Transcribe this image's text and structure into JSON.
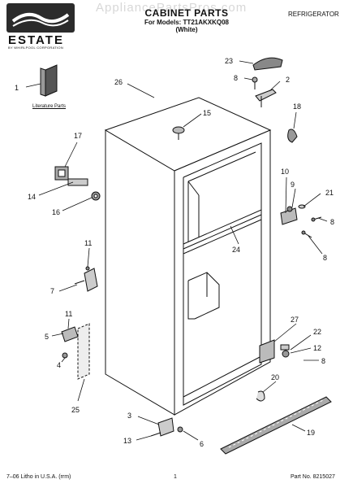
{
  "watermark": "AppliancePartsPros.com",
  "header": {
    "title": "CABINET PARTS",
    "models_line": "For Models: TT21AKXKQ08",
    "color_line": "(White)",
    "appliance": "REFRIGERATOR"
  },
  "brand": {
    "name": "ESTATE",
    "tagline": "BY WHIRLPOOL CORPORATION"
  },
  "literature_label": "Literature Parts",
  "callouts": {
    "c1": "1",
    "c2": "2",
    "c3": "3",
    "c4": "4",
    "c5": "5",
    "c6": "6",
    "c7": "7",
    "c8a": "8",
    "c8b": "8",
    "c8c": "8",
    "c8d": "8",
    "c9": "9",
    "c10": "10",
    "c11a": "11",
    "c11b": "11",
    "c12": "12",
    "c13": "13",
    "c14": "14",
    "c15": "15",
    "c16": "16",
    "c17": "17",
    "c18": "18",
    "c19": "19",
    "c20": "20",
    "c21": "21",
    "c22": "22",
    "c23": "23",
    "c24": "24",
    "c25": "25",
    "c26": "26",
    "c27": "27"
  },
  "footer": {
    "litho": "7–06 Litho in U.S.A. (rrm)",
    "page": "1",
    "part_no": "Part No. 8215027"
  }
}
